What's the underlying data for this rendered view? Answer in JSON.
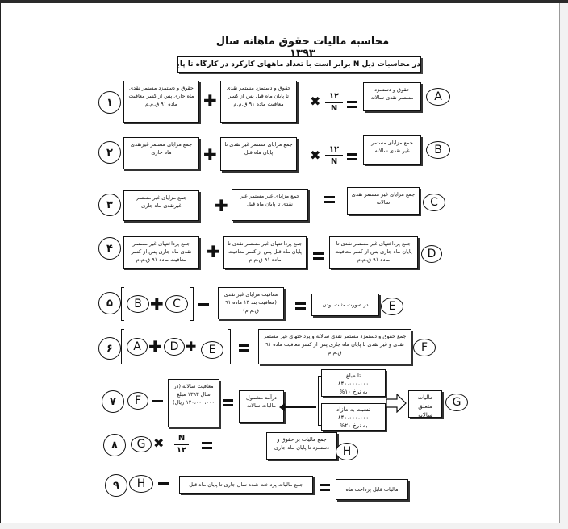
{
  "title": "محاسبه مالیات حقوق ماهانه سال ۱۳۹۳",
  "subtitle": "در محاسبات ذیل N برابر است با تعداد ماههای کارکرد در کارگاه تا پایان ماه جاری",
  "fraction": {
    "numerator": "۱۲",
    "denominator": "N"
  },
  "fraction_row8": {
    "numerator": "N",
    "denominator": "۱۲"
  },
  "rows": [
    {
      "num": "۱",
      "letter": "A",
      "right": "حقوق و دستمزد مستمر نقدی سالانه",
      "mid": "حقوق و دستمزد مستمر نقدی تا پایان ماه قبل پس از کسر معافیت ماده ۹۱ ق.م.م",
      "left": "حقوق و دستمزد مستمر نقدی ماه جاری پس از کسر معافیت ماده ۹۱ ق.م.م"
    },
    {
      "num": "۲",
      "letter": "B",
      "right": "جمع مزایای مستمر غیر نقدی سالانه",
      "mid": "جمع مزایای مستمر غیر نقدی تا پایان ماه قبل",
      "left": "جمع مزایای مستمر غیرنقدی ماه جاری"
    },
    {
      "num": "۳",
      "letter": "C",
      "right": "جمع مزایای غیر مستمر نقدی سالانه",
      "mid": "جمع مزایای غیر مستمر غیر نقدی تا پایان ماه قبل",
      "left": "جمع مزایای غیر مستمر غیرنقدی ماه جاری"
    },
    {
      "num": "۴",
      "letter": "D",
      "right": "جمع پرداختهای غیر مستمر نقدی تا پایان ماه جاری پس از کسر معافیت ماده ۹۱ ق.م.م",
      "mid": "جمع پرداختهای غیر مستمر نقدی تا پایان ماه قبل پس از کسر معافیت ماده ۹۱ ق.م.م",
      "left": "جمع پرداختهای غیر مستمر نقدی ماه جاری پس از کسر معافیت ماده ۹۱ ق.م.م"
    }
  ],
  "row5": {
    "num": "۵",
    "a": "B",
    "b": "C",
    "mid": "معافیت مزایای غیر نقدی (معافیت بند ۱۳ ماده ۹۱ ق.م.م)",
    "right": "در صورت مثبت بودن",
    "letter": "E"
  },
  "row6": {
    "num": "۶",
    "a": "A",
    "b": "D",
    "c": "E",
    "right": "جمع حقوق و دستمزد مستمر نقدی سالانه و پرداختهای غیر مستمر نقدی و غیر نقدی تا پایان ماه جاری پس از کسر معافیت ماده ۹۱ ق.م.م",
    "letter": "F"
  },
  "row7": {
    "num": "۷",
    "letter": "F",
    "exempt": "معافیت سالانه (در سال ۱۳۹۳ مبلغ ۱۲۰،۰۰۰،۰۰۰ ریال)",
    "income": "درآمد مشمول مالیات سالانه",
    "tier1_a": "تا مبلغ",
    "tier1_b": "۸۴۰،۰۰۰،۰۰۰",
    "tier1_c": "به نرخ ۱۰%",
    "tier2_a": "نسبت به مازاد",
    "tier2_b": "۸۴۰،۰۰۰،۰۰۰",
    "tier2_c": "به نرخ ۲۰%",
    "tax": "مالیات متعلق سالانه",
    "result": "G"
  },
  "row8": {
    "num": "۸",
    "letter": "G",
    "box": "جمع مالیات بر حقوق و دستمزد تا پایان ماه جاری",
    "result": "H"
  },
  "row9": {
    "num": "۹",
    "letter": "H",
    "box": "جمع مالیات پرداخت شده سال جاری تا پایان ماه قبل",
    "result": "مالیات قابل پرداخت ماه جاری"
  }
}
